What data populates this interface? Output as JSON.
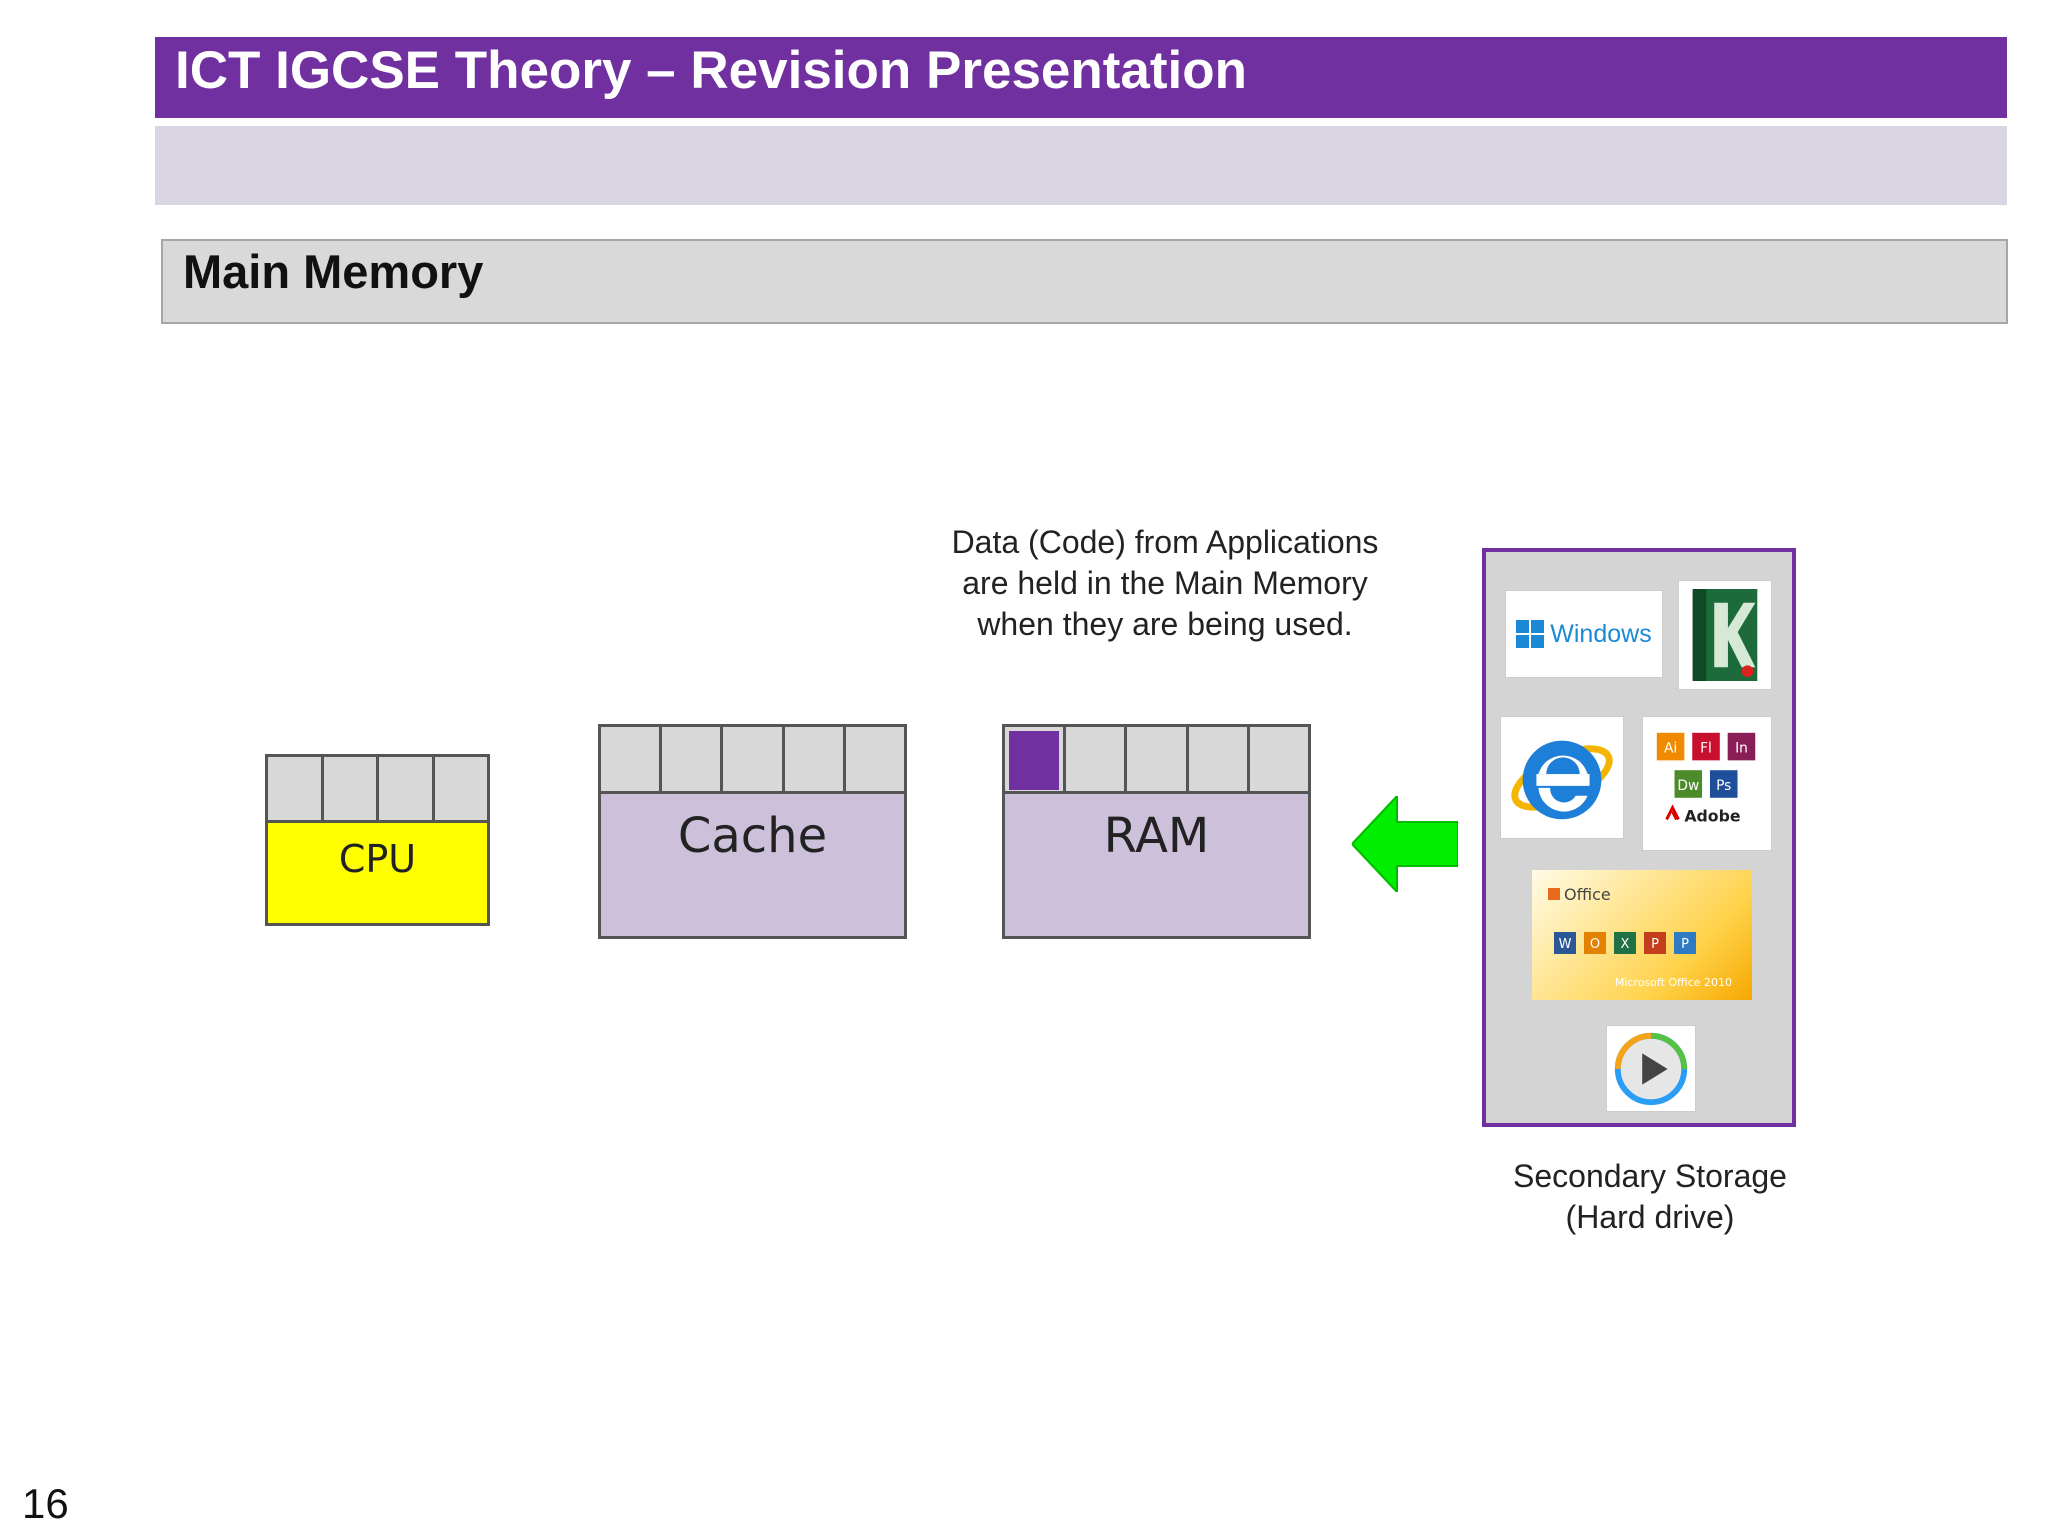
{
  "header": {
    "title": "ICT IGCSE Theory – Revision Presentation"
  },
  "section": {
    "heading": "Main Memory"
  },
  "diagram": {
    "cpu_label": "CPU",
    "cache_label": "Cache",
    "ram_label": "RAM",
    "data_note": "Data (Code) from Applications are held in the Main Memory when they are being used.",
    "storage_label": "Secondary Storage (Hard drive)",
    "apps": {
      "windows": "Windows",
      "office": "Office",
      "office_sub": "Microsoft Office 2010",
      "adobe": "Adobe",
      "adobe_apps": [
        "Ai",
        "Fl",
        "In",
        "Dw",
        "Ps"
      ],
      "office_apps": [
        "W",
        "O",
        "X",
        "P",
        "P"
      ]
    },
    "colors": {
      "title_bar": "#7030a0",
      "cpu": "#ffff00",
      "cache_ram": "#ccc0da",
      "arrow": "#00ee00"
    }
  },
  "footer": {
    "page_number": "16"
  }
}
